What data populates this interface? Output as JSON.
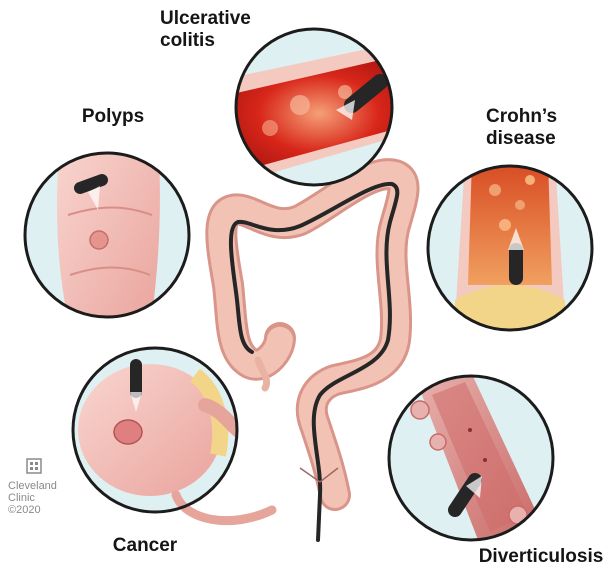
{
  "labels": {
    "ulcerative_colitis": "Ulcerative\ncolitis",
    "polyps": "Polyps",
    "crohns_disease": "Crohn’s\ndisease",
    "cancer": "Cancer",
    "diverticulosis": "Diverticulosis"
  },
  "logo": {
    "line1": "Cleveland",
    "line2": "Clinic",
    "line3": "©2020"
  },
  "colors": {
    "colon_fill": "#f2c3b4",
    "colon_shade": "#d9958a",
    "inflamed_red": "#d8261a",
    "scope_black": "#262626",
    "circle_ring": "#1c1c1c",
    "tissue_pink": "#f3b9b4",
    "crohn_orange": "#e8763a"
  }
}
